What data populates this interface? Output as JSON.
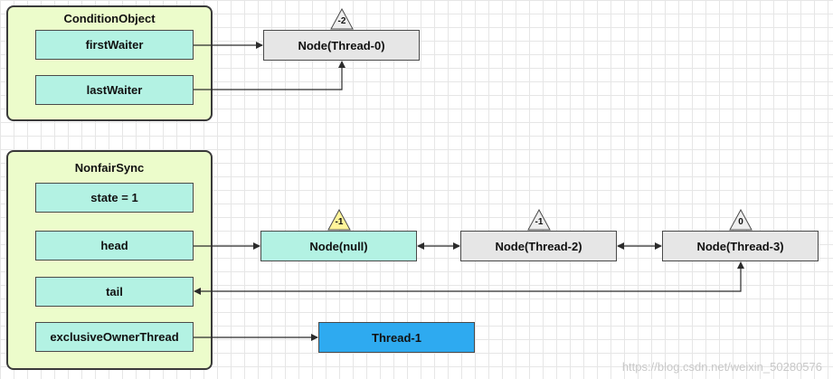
{
  "condition_object": {
    "title": "ConditionObject",
    "fields": [
      "firstWaiter",
      "lastWaiter"
    ]
  },
  "nonfair_sync": {
    "title": "NonfairSync",
    "fields": [
      "state = 1",
      "head",
      "tail",
      "exclusiveOwnerThread"
    ]
  },
  "nodes": {
    "thread0": {
      "label": "Node(Thread-0)",
      "status": "-2"
    },
    "null_node": {
      "label": "Node(null)",
      "status": "-1"
    },
    "thread2": {
      "label": "Node(Thread-2)",
      "status": "-1"
    },
    "thread3": {
      "label": "Node(Thread-3)",
      "status": "0"
    }
  },
  "owner": {
    "label": "Thread-1"
  },
  "watermark": "https://blog.csdn.net/weixin_50280576",
  "colors": {
    "group_fill": "#ecfccb",
    "field_fill": "#b3f2e3",
    "node_gray": "#e6e6e6",
    "owner_blue": "#2eaaf0",
    "triangle_gray": "#eeeeee",
    "triangle_yellow": "#fff59a"
  }
}
